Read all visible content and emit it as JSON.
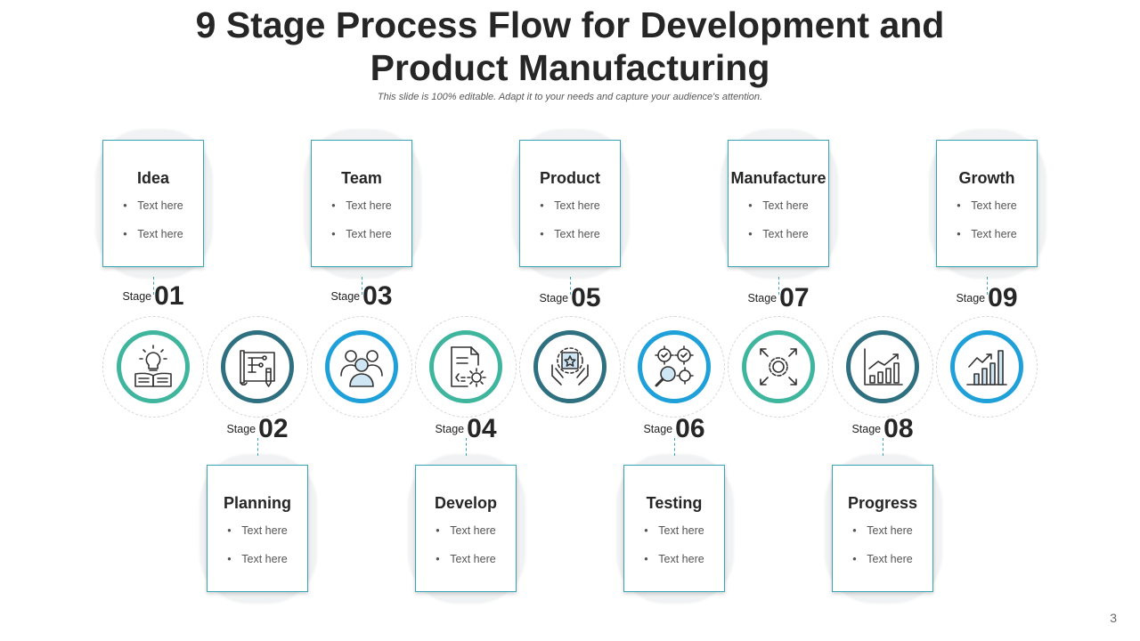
{
  "slide": {
    "title_line1": "9 Stage Process Flow for Development and",
    "title_line2": "Product Manufacturing",
    "subtitle": "This slide is 100% editable. Adapt it to your needs and capture your audience's attention.",
    "page_number": "3"
  },
  "colors": {
    "teal": "#3aa3b4",
    "green": "#3fb59d",
    "dark_teal": "#2e6f80",
    "blue": "#1fa0d8"
  },
  "stage_label": "Stage",
  "stages": [
    {
      "num": "01",
      "title": "Idea",
      "bullets": [
        "Text here",
        "Text here"
      ],
      "icon": "lightbulb-book-icon"
    },
    {
      "num": "02",
      "title": "Planning",
      "bullets": [
        "Text here",
        "Text here"
      ],
      "icon": "blueprint-pencil-icon"
    },
    {
      "num": "03",
      "title": "Team",
      "bullets": [
        "Text here",
        "Text here"
      ],
      "icon": "team-users-icon"
    },
    {
      "num": "04",
      "title": "Develop",
      "bullets": [
        "Text here",
        "Text here"
      ],
      "icon": "document-gear-icon"
    },
    {
      "num": "05",
      "title": "Product",
      "bullets": [
        "Text here",
        "Text here"
      ],
      "icon": "hands-star-box-icon"
    },
    {
      "num": "06",
      "title": "Testing",
      "bullets": [
        "Text here",
        "Text here"
      ],
      "icon": "gears-magnifier-icon"
    },
    {
      "num": "07",
      "title": "Manufacture",
      "bullets": [
        "Text here",
        "Text here"
      ],
      "icon": "gear-arrows-icon"
    },
    {
      "num": "08",
      "title": "Progress",
      "bullets": [
        "Text here",
        "Text here"
      ],
      "icon": "bar-chart-trend-icon"
    },
    {
      "num": "09",
      "title": "Growth",
      "bullets": [
        "Text here",
        "Text here"
      ],
      "icon": "growth-chart-icon"
    }
  ]
}
